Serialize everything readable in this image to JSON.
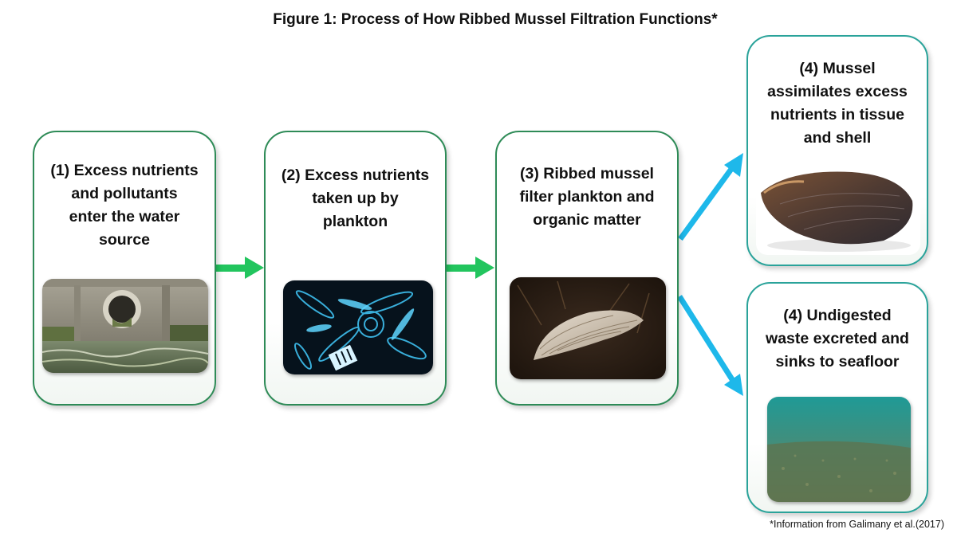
{
  "title": "Figure 1: Process of How Ribbed Mussel Filtration Functions*",
  "steps": [
    {
      "label": "(1) Excess nutrients and pollutants enter the water source",
      "lines": [
        "(1) Excess nutrients",
        "and pollutants",
        "enter the water",
        "source"
      ],
      "image": "outfall-pipe-photo"
    },
    {
      "label": "(2) Excess nutrients taken up by plankton",
      "lines": [
        "(2) Excess nutrients",
        "taken up by",
        "plankton"
      ],
      "image": "plankton-micrograph"
    },
    {
      "label": "(3) Ribbed mussel filter plankton and organic matter",
      "lines": [
        "(3) Ribbed mussel",
        "filter plankton and",
        "organic matter"
      ],
      "image": "mussel-in-mud-photo"
    },
    {
      "label": "(4) Mussel assimilates excess nutrients in tissue and shell",
      "lines": [
        "(4) Mussel",
        "assimilates excess",
        "nutrients in tissue",
        "and shell"
      ],
      "image": "mussel-shell-photo"
    },
    {
      "label": "(4) Undigested waste excreted and sinks to seafloor",
      "lines": [
        "(4) Undigested",
        "waste excreted and",
        "sinks to seafloor"
      ],
      "image": "seafloor-photo"
    }
  ],
  "arrows": [
    {
      "from": "step-1",
      "to": "step-2",
      "color": "#22c55e"
    },
    {
      "from": "step-2",
      "to": "step-3",
      "color": "#22c55e"
    },
    {
      "from": "step-3",
      "to": "step-4a",
      "color": "#1eb8ea"
    },
    {
      "from": "step-3",
      "to": "step-4b",
      "color": "#1eb8ea"
    }
  ],
  "colors": {
    "box_border_green": "#2e8b57",
    "box_border_teal": "#2aa39a",
    "arrow_green": "#22c55e",
    "arrow_blue": "#1eb8ea"
  },
  "footnote": "*Information from Galimany et al.(2017)"
}
